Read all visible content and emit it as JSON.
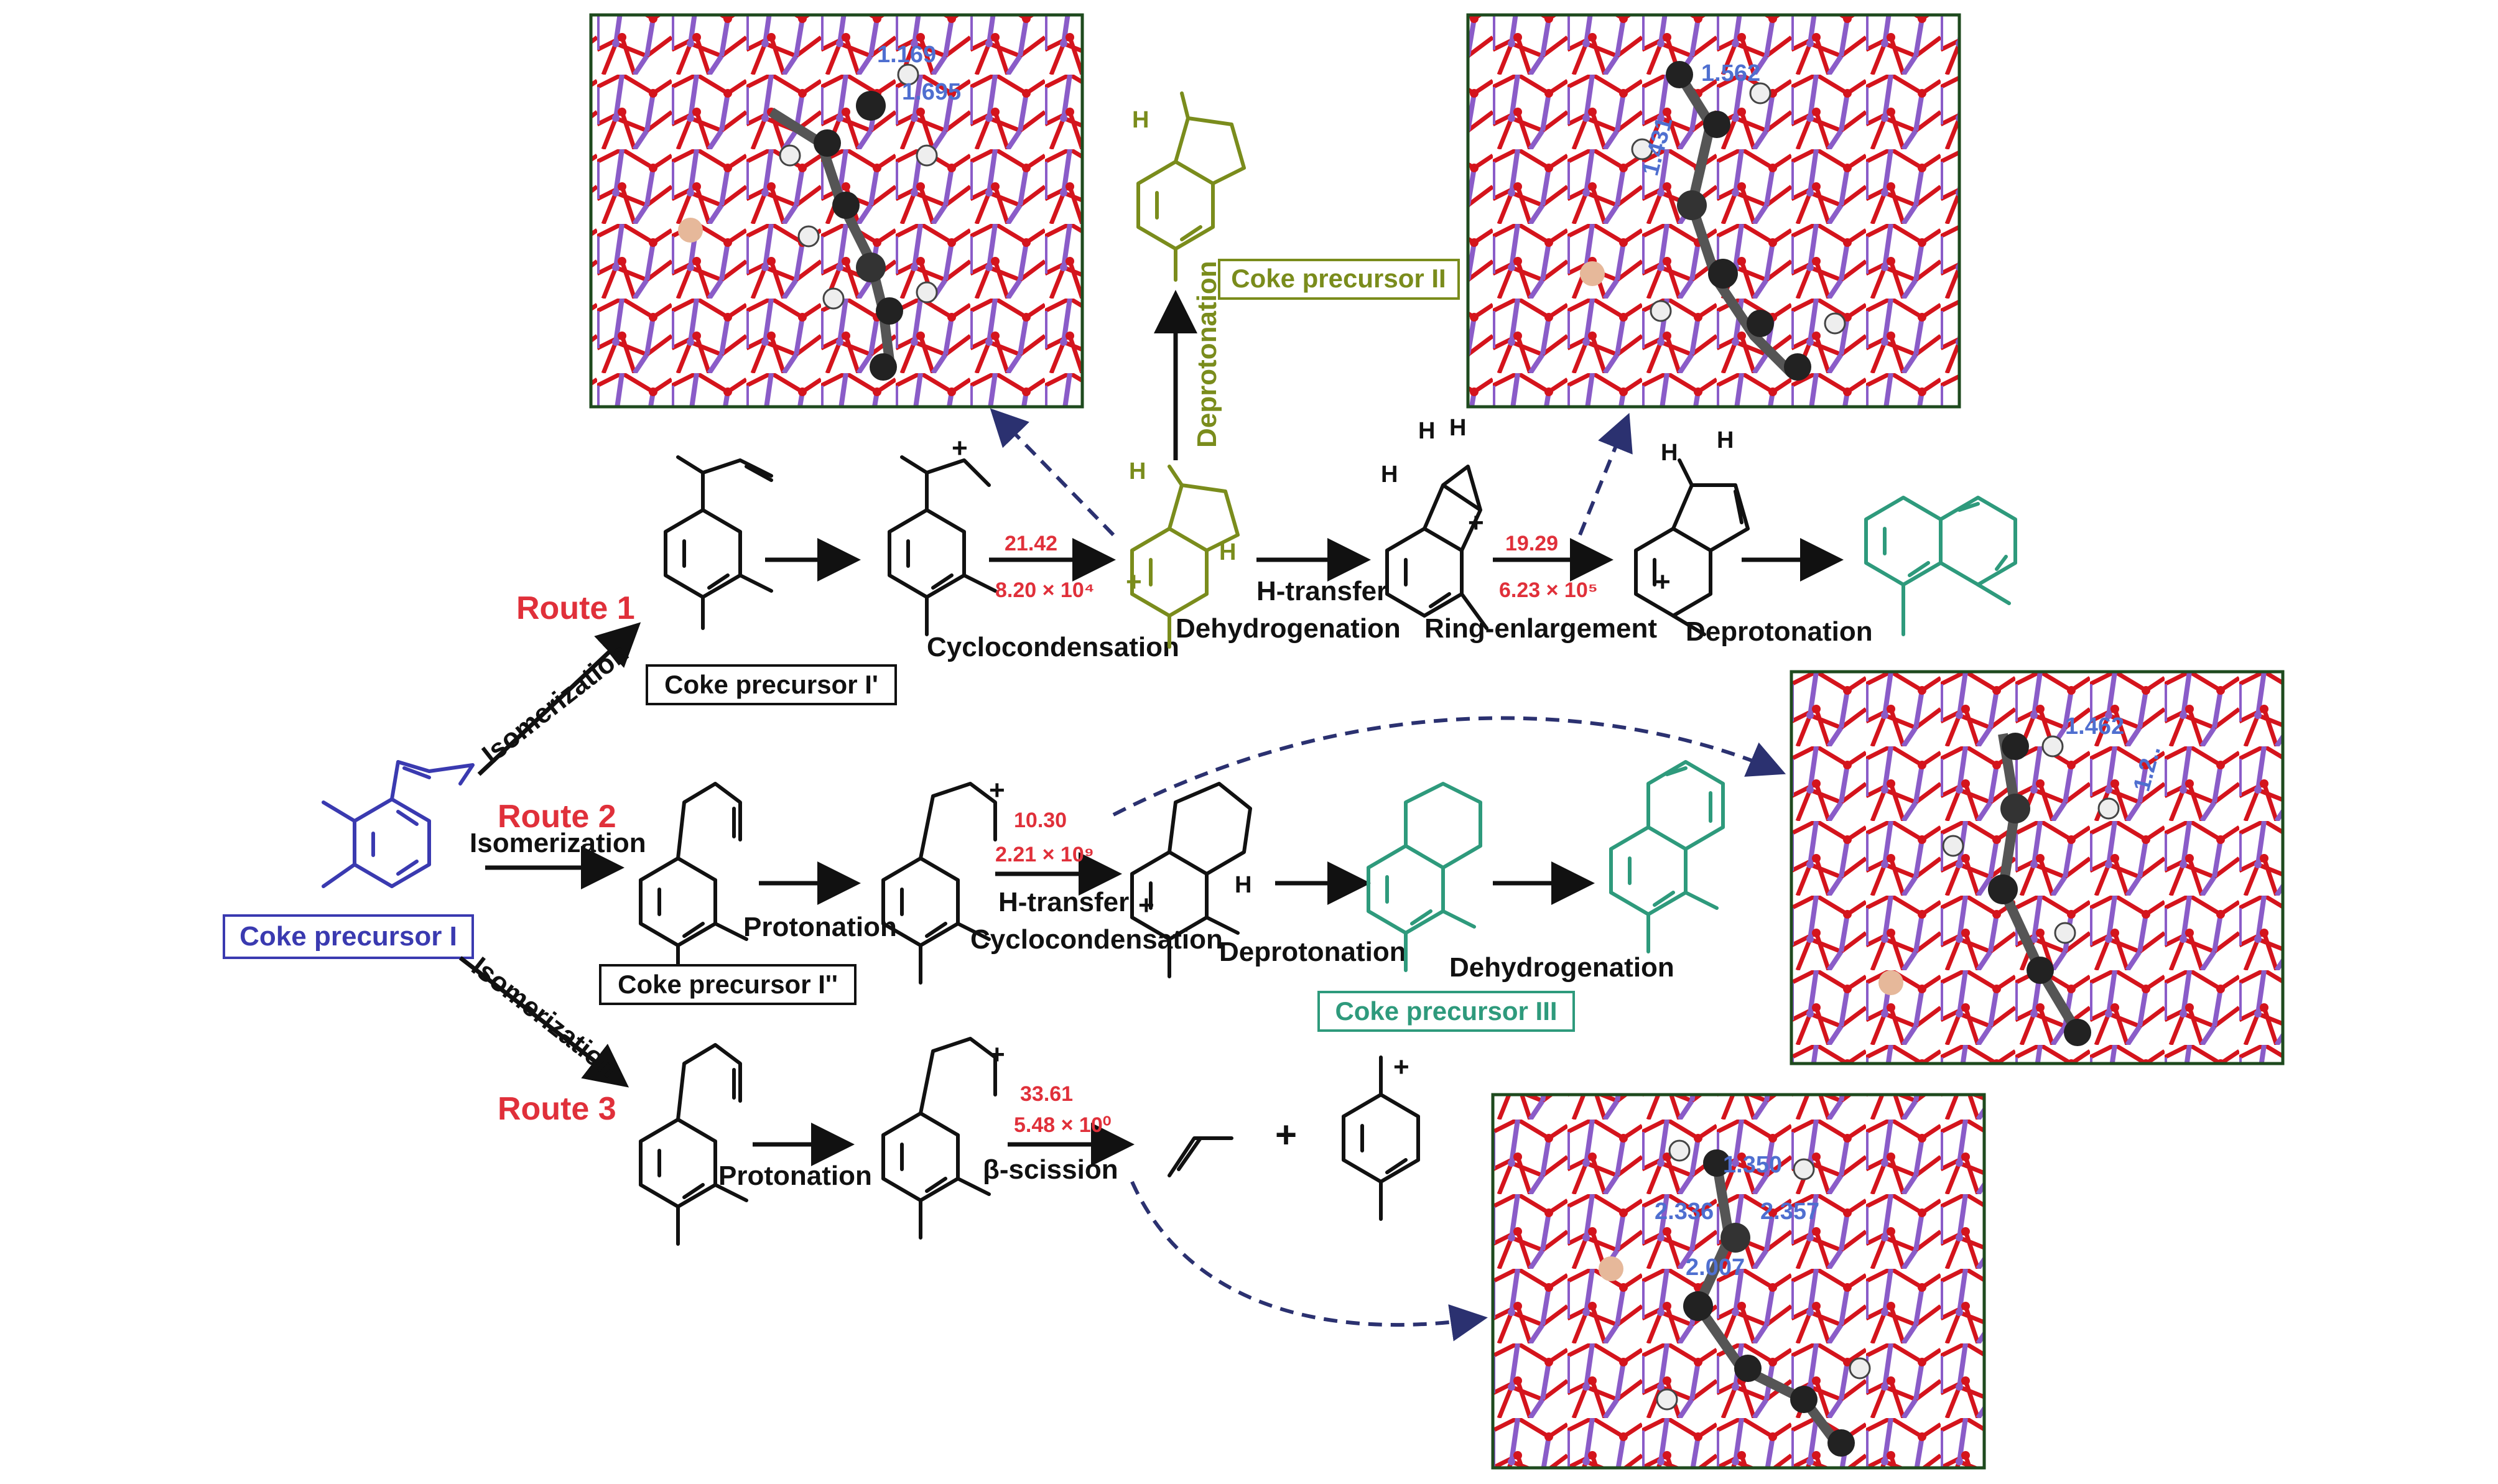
{
  "colors": {
    "route": "#e0303a",
    "precursor_I": "#3a3ab0",
    "precursor_II": "#7a8c1c",
    "precursor_III": "#2e9a7c",
    "dist": "#4f6fd0",
    "dashed": "#2b3170"
  },
  "routes": {
    "r1": "Route 1",
    "r2": "Route 2",
    "r3": "Route 3"
  },
  "boxes": {
    "p1": "Coke precursor I",
    "p1p": "Coke precursor I'",
    "p1pp": "Coke precursor I''",
    "p2": "Coke precursor II",
    "p3": "Coke precursor III"
  },
  "steps": {
    "iso1": "Isomerization",
    "iso2": "Isomerization",
    "iso3": "Isomerization",
    "cyclo1": "Cyclocondensation",
    "deprot_v": "Deprotonation",
    "htrans1": "H-transfer",
    "dehyd1": "Dehydrogenation",
    "ringenl": "Ring-enlargement",
    "deprot1": "Deprotonation",
    "prot2": "Protonation",
    "htrans2": "H-transfer",
    "cyclo2": "Cyclocondensation",
    "deprot2": "Deprotonation",
    "dehyd2": "Dehydrogenation",
    "prot3": "Protonation",
    "bscis": "β-scission"
  },
  "kinetics": {
    "k1a": "21.42",
    "k1b": "8.20 × 10⁴",
    "k2a": "19.29",
    "k2b": "6.23 × 10⁵",
    "k3a": "10.30",
    "k3b": "2.21 × 10⁹",
    "k4a": "33.61",
    "k4b": "5.48 × 10⁰"
  },
  "distances": {
    "a1": "1.169",
    "a2": "1.695",
    "b1": "1.562",
    "b2": "1.431",
    "c1": "1.462",
    "c2": "1.2..",
    "d1": "1.350",
    "d2": "2.336",
    "d3": "2.357",
    "d4": "2.007"
  },
  "charges": {
    "plus": "+"
  },
  "h_labels": {
    "h": "H"
  }
}
